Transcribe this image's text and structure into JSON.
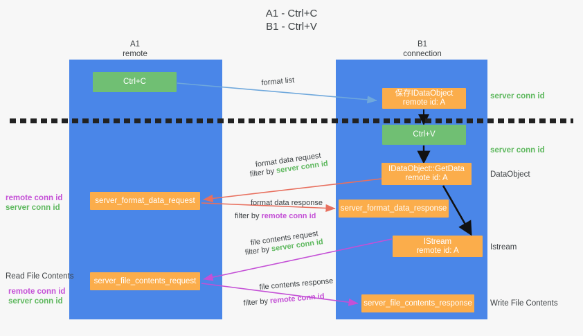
{
  "title": "A1 - Ctrl+C\nB1 - Ctrl+V",
  "columns": {
    "a1": "A1\nremote",
    "b1": "B1\nconnection"
  },
  "nodes": {
    "ctrl_c": "Ctrl+C",
    "save_idataobject": "保存IDataObject\nremote id: A",
    "ctrl_v": "Ctrl+V",
    "idataobject_getdata": "IDataObject::GetData\nremote id: A",
    "server_format_data_request": "server_format_data_request",
    "server_format_data_response": "server_format_data_response",
    "istream": "IStream\nremote id: A",
    "server_file_contents_request": "server_file_contents_request",
    "server_file_contents_response": "server_file_contents_response"
  },
  "arrow_labels": {
    "format_list": "format list",
    "format_data_request": "format data request",
    "format_data_request_filter_prefix": "filter by ",
    "format_data_request_filter_value": "server conn id",
    "format_data_response": "format data response",
    "format_data_response_filter_prefix": "filter by ",
    "format_data_response_filter_value": "remote conn id",
    "file_contents_request": "file contents request",
    "file_contents_request_filter_prefix": "filter by ",
    "file_contents_request_filter_value": "server conn id",
    "file_contents_response": "file contents response",
    "file_contents_response_filter_prefix": "filter by ",
    "file_contents_response_filter_value": "remote conn id"
  },
  "annotations": {
    "right_server_conn_id_top": "server conn id",
    "right_server_conn_id_mid": "server conn id",
    "right_dataobject": "DataObject",
    "right_istream": "Istream",
    "right_write_file_contents": "Write File Contents",
    "left_remote_server_conn_1": "remote conn id\nserver conn id",
    "left_read_file_contents": "Read File Contents",
    "left_remote_server_conn_2": "remote conn id\nserver conn id"
  },
  "colors": {
    "lane_blue": "#4a86e8",
    "node_orange": "#fbad4b",
    "node_green": "#70bf73",
    "green_text": "#5eb85e",
    "magenta_text": "#c450d6",
    "arrow_blue": "#6fa8dc",
    "arrow_red": "#e8705f",
    "arrow_magenta": "#c450d6",
    "arrow_black": "#111111",
    "background": "#f7f7f7"
  }
}
